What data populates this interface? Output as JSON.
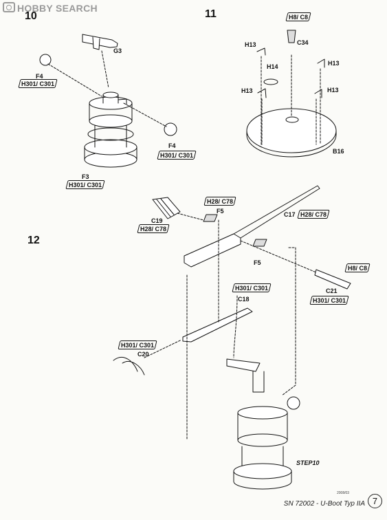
{
  "watermark": "HOBBY SEARCH",
  "steps": {
    "s10": "10",
    "s11": "11",
    "s12": "12"
  },
  "labels": {
    "g3": "G3",
    "f4a": "F4",
    "f4a_mat": "H301/ C301",
    "f4b": "F4",
    "f4b_mat": "H301/ C301",
    "f3": "F3",
    "f3_mat": "H301/ C301",
    "h8c8_top": "H8/ C8",
    "c34": "C34",
    "h13_a": "H13",
    "h13_b": "H13",
    "h13_c": "H13",
    "h13_d": "H13",
    "h14": "H14",
    "b16": "B16",
    "h28c78_a": "H28/ C78",
    "f5_a": "F5",
    "c19": "C19",
    "h28c78_b": "H28/ C78",
    "c17": "C17",
    "h28c78_c": "H28/ C78",
    "f5_b": "F5",
    "h8c8_b": "H8/ C8",
    "c21": "C21",
    "h301c301_c21": "H301/ C301",
    "h301c301_c18": "H301/ C301",
    "c18": "C18",
    "h301c301_c20": "H301/ C301",
    "c20": "C20",
    "step10_ref": "STEP10"
  },
  "footer": {
    "title": "SN 72002 - U-Boot Typ IIA",
    "date": "2008/03",
    "page": "7"
  }
}
